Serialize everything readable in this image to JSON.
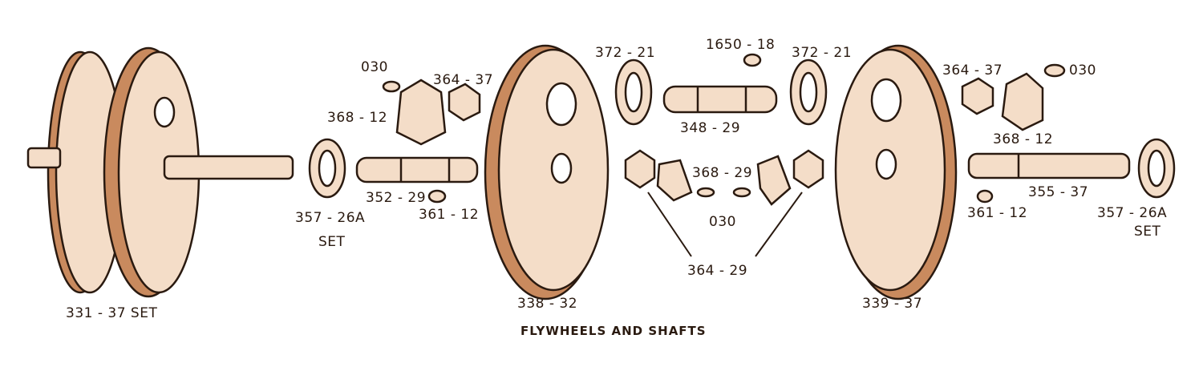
{
  "caption": "FLYWHEELS AND SHAFTS",
  "colors": {
    "ink": "#2a1a10",
    "face": "#f4ddc8",
    "shade": "#c98a5e",
    "rim": "#7a3a1c"
  },
  "labels": {
    "l331": "331 - 37 SET",
    "l030a": "030",
    "l36437a": "364 - 37",
    "l36812a": "368 - 12",
    "l35226a": "357 - 26A",
    "seta": "SET",
    "l35229": "352 - 29",
    "l36112a": "361 - 12",
    "l33832": "338 - 32",
    "l37221a": "372 - 21",
    "l165018": "1650 - 18",
    "l37221b": "372 - 21",
    "l34829": "348 - 29",
    "l36829": "368 - 29",
    "l030b": "030",
    "l36429": "364 - 29",
    "l33937": "339 - 37",
    "l36437b": "364 - 37",
    "l030c": "030",
    "l36812b": "368 - 12",
    "l35537": "355 - 37",
    "l36112b": "361 - 12",
    "l35226b": "357 - 26A",
    "setb": "SET"
  }
}
